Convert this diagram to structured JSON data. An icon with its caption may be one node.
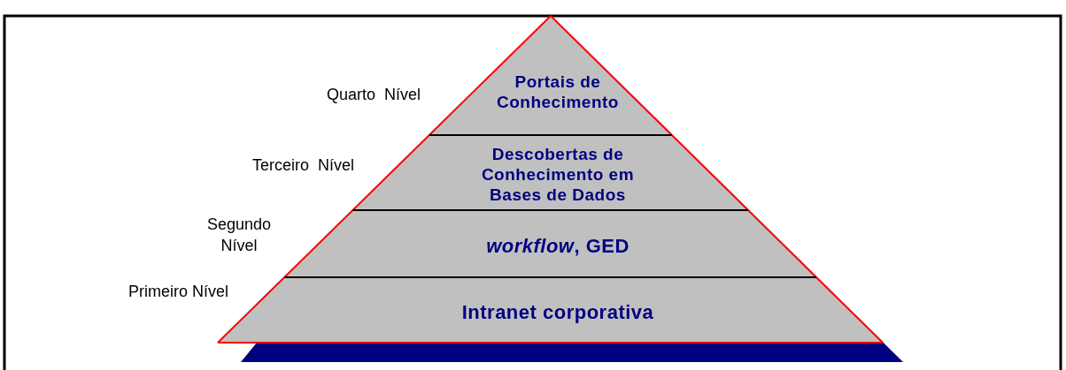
{
  "diagram": {
    "nodes": [
      {
        "text": [
          "Portais de Conhecimento"
        ],
        "beside": [
          "Quarto  Nível"
        ]
      },
      {
        "text": [
          "Descobertas de Conhecimento em Bases de Dados"
        ],
        "beside": [
          "Terceiro  Nível"
        ]
      },
      {
        "text": [
          "*workflow*, GED"
        ],
        "beside": [
          "Segundo Nível"
        ]
      },
      {
        "text": [
          "Intranet corporativa"
        ],
        "beside": [
          "Primeiro Nível"
        ]
      }
    ]
  }
}
